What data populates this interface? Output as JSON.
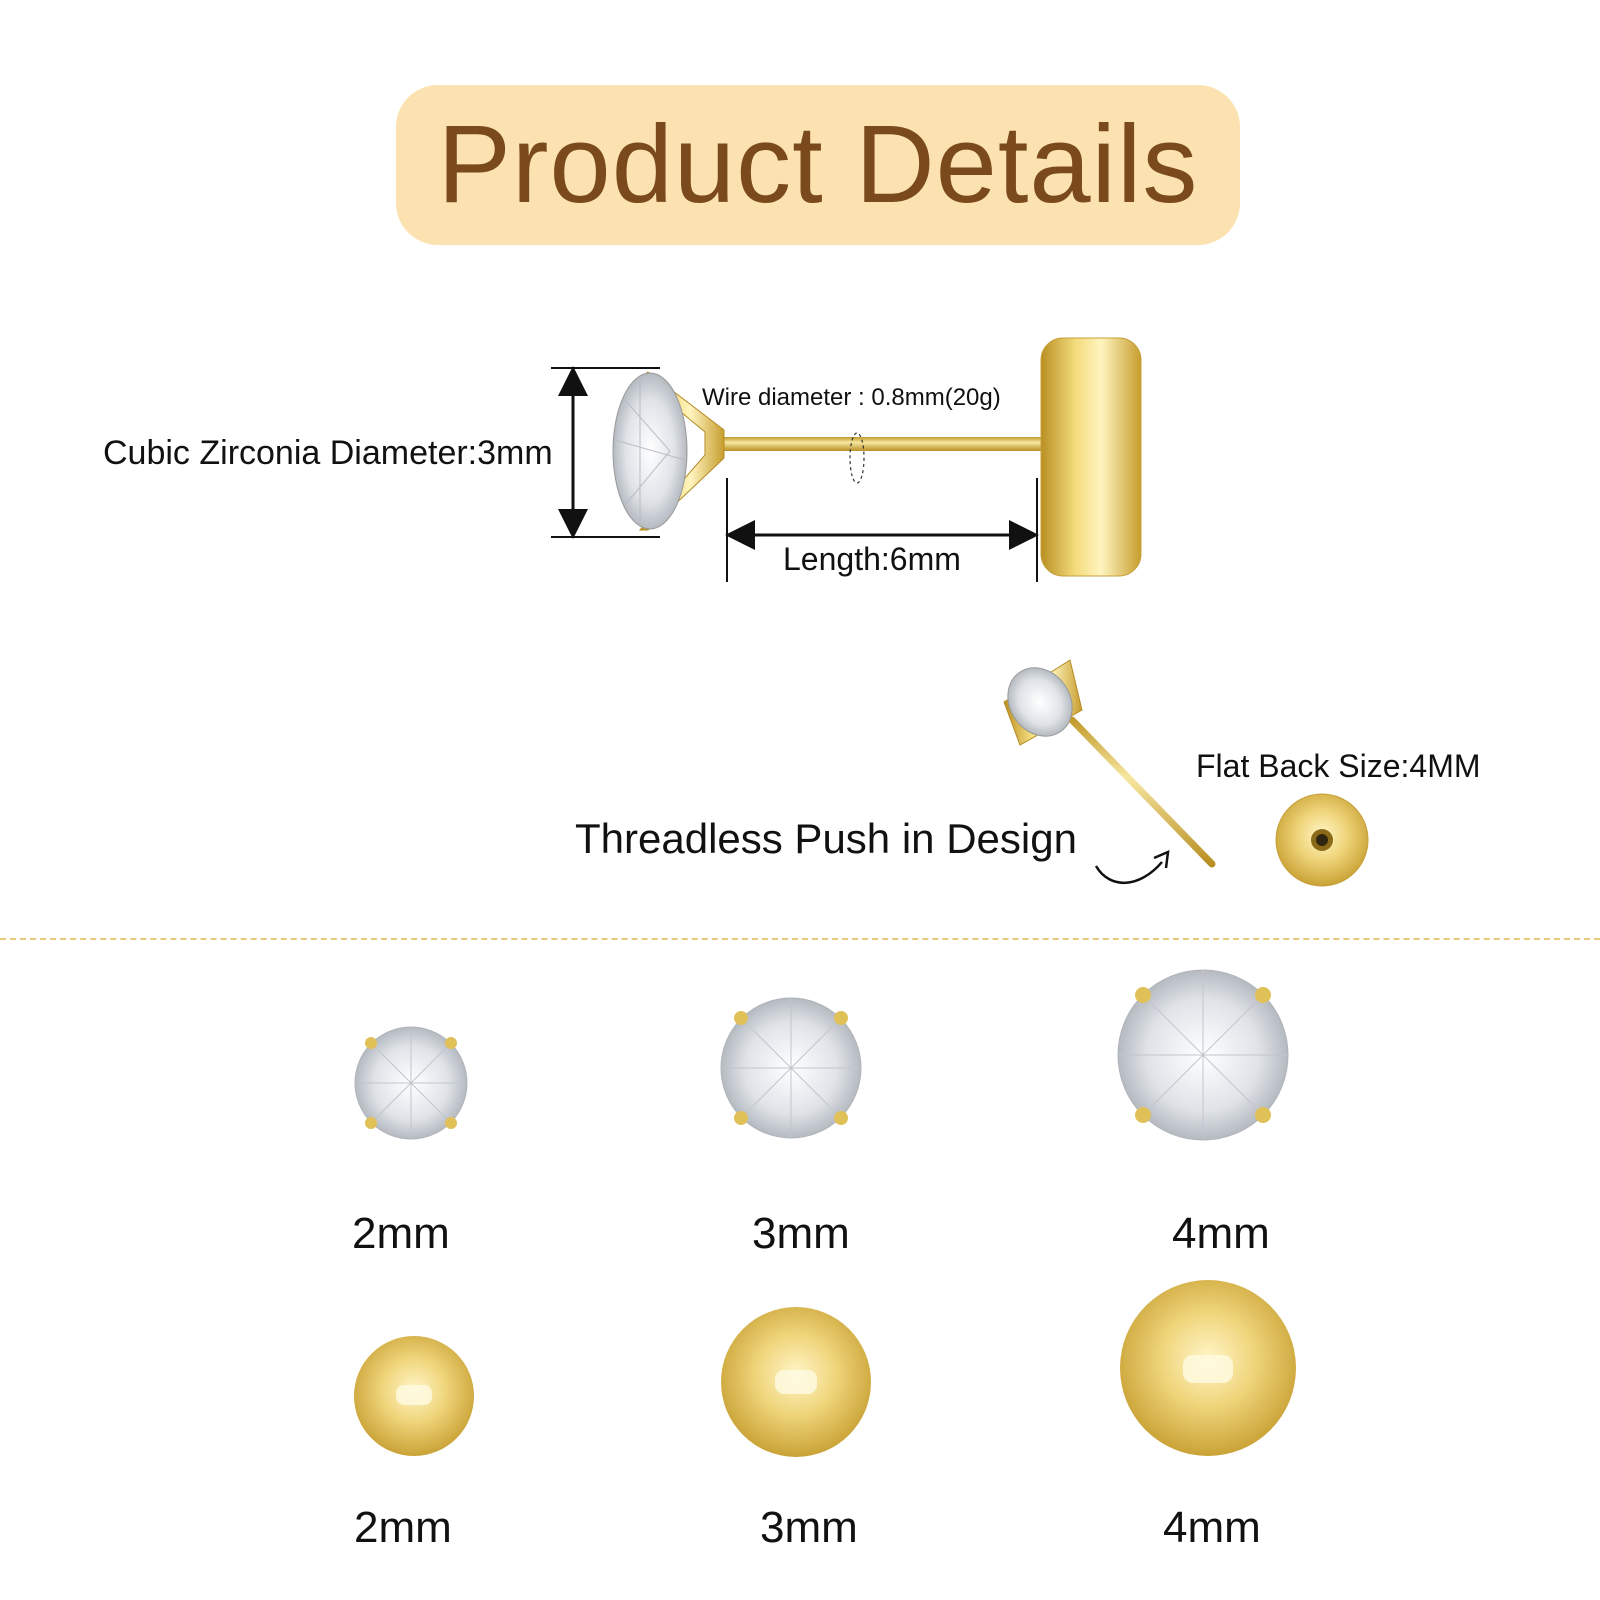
{
  "title": "Product Details",
  "diagram": {
    "cz_diameter_label": "Cubic Zirconia Diameter:3mm",
    "wire_label": "Wire diameter : 0.8mm(20g)",
    "length_label": "Length:6mm",
    "flat_back_label": "Flat Back Size:4MM",
    "design_label": "Threadless Push in Design"
  },
  "sizes": {
    "cz": [
      "2mm",
      "3mm",
      "4mm"
    ],
    "ball": [
      "2mm",
      "3mm",
      "4mm"
    ]
  },
  "colors": {
    "gold": "#d8b542",
    "title_bg": "#fbe2b0",
    "title_text": "#7a4a1c"
  }
}
